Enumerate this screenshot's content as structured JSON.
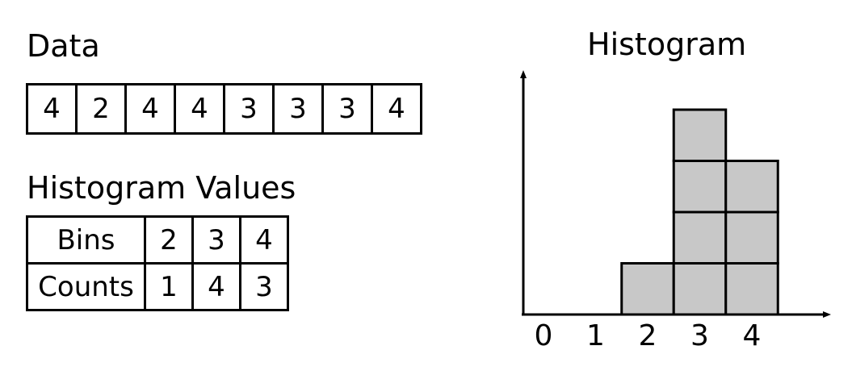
{
  "data_section": {
    "title": "Data",
    "values": [
      "4",
      "2",
      "4",
      "4",
      "3",
      "3",
      "3",
      "4"
    ]
  },
  "histogram_values": {
    "title": "Histogram Values",
    "bins_label": "Bins",
    "counts_label": "Counts",
    "bins": [
      "2",
      "3",
      "4"
    ],
    "counts": [
      "1",
      "4",
      "3"
    ]
  },
  "histogram": {
    "title": "Histogram",
    "fill_color": "#c8c8c8",
    "stroke_color": "#000000"
  },
  "chart_data": {
    "type": "bar",
    "title": "Histogram",
    "categories": [
      "0",
      "1",
      "2",
      "3",
      "4"
    ],
    "values": [
      0,
      0,
      1,
      4,
      3
    ]
  }
}
